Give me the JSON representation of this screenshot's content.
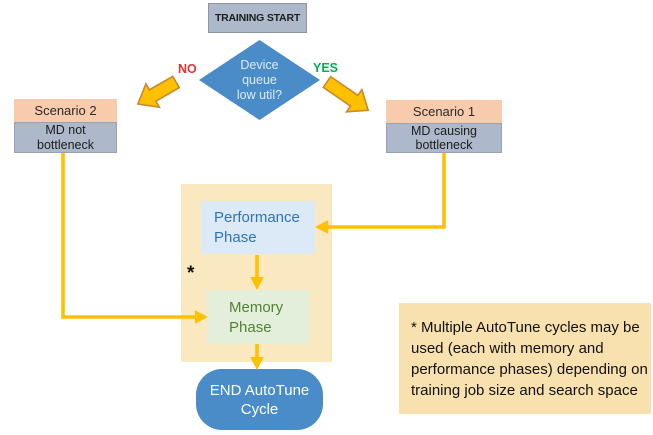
{
  "nodes": {
    "training_start": "TRAINING START",
    "decision": {
      "lines": [
        "Device",
        "queue",
        "low util?"
      ]
    },
    "no_label": "NO",
    "yes_label": "YES",
    "scenario2": {
      "title": "Scenario 2",
      "body": "MD not bottleneck"
    },
    "scenario1": {
      "title": "Scenario 1",
      "body": "MD causing bottleneck"
    },
    "performance": "Performance Phase",
    "memory": "Memory Phase",
    "asterisk": "*",
    "end": "END AutoTune Cycle"
  },
  "note": {
    "lines": [
      "* Multiple AutoTune cycles may be",
      "used (each with memory and",
      "performance phases) depending on",
      "training job size and search space"
    ]
  },
  "colors": {
    "gold": "#FFC000",
    "goldBorder": "#C98A2B",
    "blue": "#4a8cc8",
    "diamondText": "#dcebf8",
    "nodeGray": "#adb9ca",
    "nodeGrayBorder": "#8b97a5",
    "peach": "#f8cbad",
    "cream": "#fae8c1",
    "noteBg": "#f8e1af",
    "lightBlue": "#dce9f7",
    "lightGreen": "#e3efdb",
    "blueText": "#2e75b6",
    "greenText": "#548235",
    "red": "#e03232",
    "green": "#00b050"
  }
}
